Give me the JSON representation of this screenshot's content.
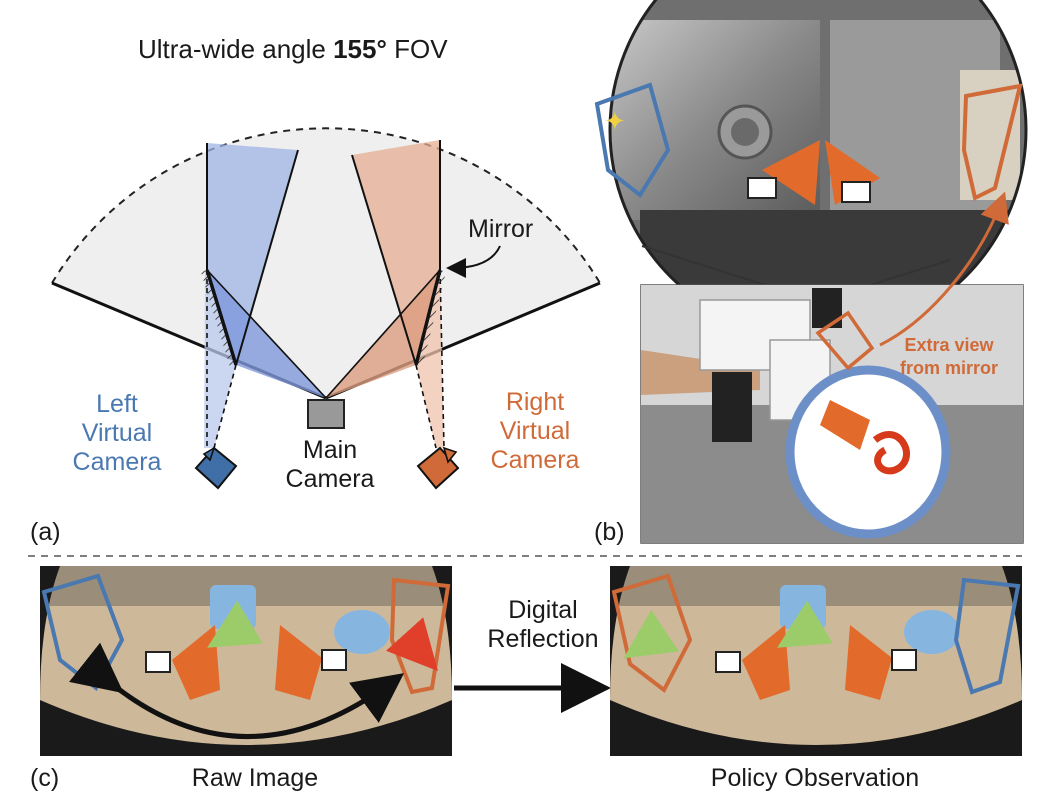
{
  "panel_a": {
    "title_prefix": "Ultra-wide angle ",
    "title_bold": "155°",
    "title_suffix": " FOV",
    "mirror_label": "Mirror",
    "left_camera_lines": [
      "Left",
      "Virtual",
      "Camera"
    ],
    "main_camera_lines": [
      "Main",
      "Camera"
    ],
    "right_camera_lines": [
      "Right",
      "Virtual",
      "Camera"
    ],
    "tag": "(a)",
    "colors": {
      "left": "#4a78b0",
      "right": "#d06a38",
      "fov": "#efefef"
    }
  },
  "panel_b": {
    "tag": "(b)",
    "extra_view_lines": [
      "Extra view",
      "from mirror"
    ]
  },
  "panel_c": {
    "tag": "(c)",
    "raw_label": "Raw Image",
    "transform_lines": [
      "Digital",
      "Reflection"
    ],
    "policy_label": "Policy Observation"
  }
}
